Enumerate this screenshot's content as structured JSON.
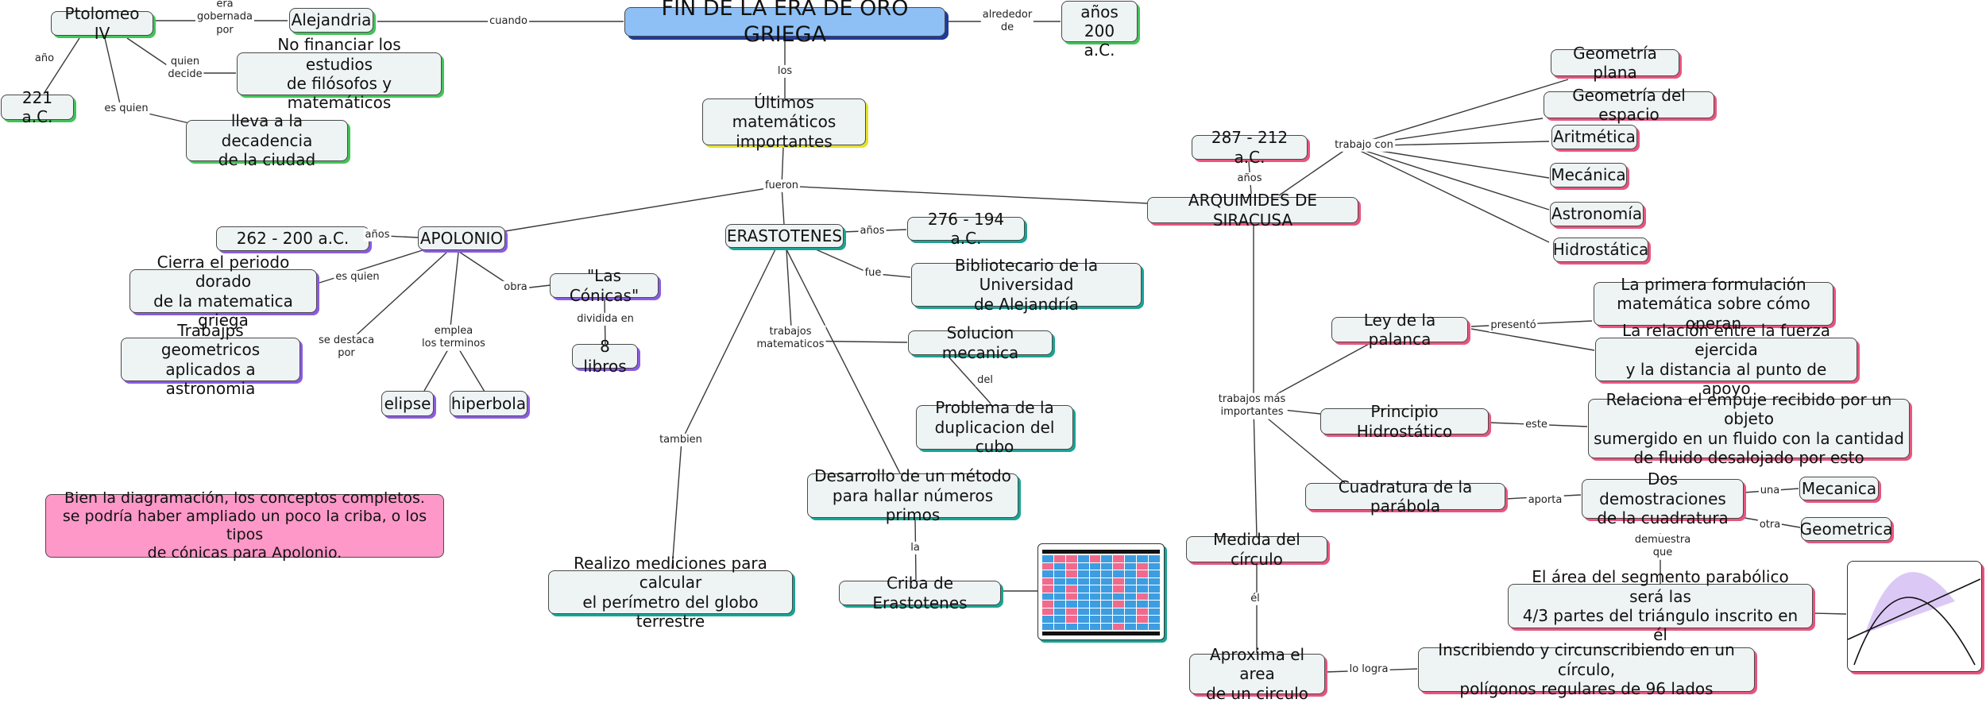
{
  "nodes": {
    "title": "FIN DE LA ERA DE ORO GRIEGA",
    "alrededor_value": "los años\n200 a.C.",
    "alejandria": "Alejandria",
    "ptolomeo": "Ptolomeo IV",
    "anio_221": "221 a.C.",
    "no_financiar": "No financiar los estudios\nde filósofos y matemáticos",
    "decadencia": "lleva a la decadencia\nde la ciudad",
    "ultimos": "Últimos matemáticos\nimportantes",
    "apolonio": "APOLONIO",
    "apolonio_years": "262 - 200 a.C.",
    "cierra": "Cierra el periodo dorado\nde la matematica griega",
    "conicas": "\"Las Cónicas\"",
    "ocho_libros": "8 libros",
    "trabajos_geo": "Trabajps geometricos\naplicados a astronomia",
    "elipse": "elipse",
    "hiperbola": "hiperbola",
    "erastotenes": "ERASTOTENES",
    "erast_years": "276 - 194 a.C.",
    "bibliotecario": "Bibliotecario de la Universidad\nde Alejandría",
    "solucion": "Solucion mecanica",
    "duplicacion": "Problema de la\nduplicacion del cubo",
    "desarrollo": "Desarrollo de un método\npara hallar números primos",
    "criba": "Criba de Erastotenes",
    "mediciones": "Realizo mediciones para calcular\nel perímetro del globo terrestre",
    "arquimides": "ARQUIMIDES DE SIRACUSA",
    "arq_years": "287 - 212 a.C.",
    "geo_plana": "Geometría plana",
    "geo_espacio": "Geometría del espacio",
    "aritmetica": "Aritmética",
    "mecanica_area": "Mecánica",
    "astronomia": "Astronomía",
    "hidrostatica": "Hidrostática",
    "palanca": "Ley de la palanca",
    "primera_form": "La primera formulación\nmatemática sobre cómo operan",
    "relacion_fuerza": "La relación entre la fuerza ejercida\ny la distancia al punto de apoyo",
    "principio": "Principio  Hidrostático",
    "relaciona_empuje": "Relaciona el empuje recibido por un objeto\nsumergido en un fluido con la cantidad\nde fluido desalojado por esto",
    "cuadratura": "Cuadratura de la parábola",
    "dos_dem": "Dos demostraciones\nde la cuadratura",
    "mecanica_dem": "Mecanica",
    "geometrica": "Geometrica",
    "area_segmento": "El área del segmento parabólico será las\n4/3 partes del triángulo inscrito en él",
    "medida": "Medida del círculo",
    "aproxima": "Aproxima el area\nde un circulo",
    "inscribiendo": "Inscribiendo y circunscribiendo en un círculo,\npolígonos regulares de 96 lados",
    "comment": "Bien la diagramación, los conceptos completos.\nse podría haber ampliado un poco la criba, o los tipos\nde cónicas para Apolonio."
  },
  "labels": {
    "cuando": "cuando",
    "alrededor_de": "alrededor\nde",
    "era_gobernada_por": "era\ngobernada\npor",
    "anio": "año",
    "quien_decide": "quien\ndecide",
    "es_quien_ptolomeo": "es quien",
    "los": "los",
    "fueron": "fueron",
    "anios_apolonio": "años",
    "es_quien_apolonio": "es quien",
    "obra": "obra",
    "dividida_en": "dividida en",
    "se_destaca_por": "se destaca\npor",
    "emplea_terminos": "emplea\nlos terminos",
    "anios_erast": "años",
    "fue": "fue",
    "trabajos_matematicos": "trabajos\nmatematicos",
    "del": "del",
    "tambien": "tambien",
    "la": "la",
    "anios_arq": "años",
    "trabajo_con": "trabajo con",
    "trabajos_mas_importantes": "trabajos más\nimportantes",
    "presento": "presentó",
    "este": "este",
    "aporta": "aporta",
    "una": "una",
    "otra": "otra",
    "demuestra_que": "demuestra\nque",
    "el": "él",
    "lo_logra": "lo logra"
  },
  "sieve": {
    "pink_cells": [
      1,
      2,
      4,
      6,
      10,
      12,
      16,
      18,
      22,
      28,
      30,
      36,
      40,
      42,
      46,
      52,
      58,
      60,
      66,
      70,
      72,
      78,
      82,
      88,
      96
    ]
  },
  "colors": {
    "title_bg": "#8ec0f5",
    "node_bg": "#eef3f3",
    "comment_bg": "#fd98c8",
    "green_shadow": "#43c35a",
    "purple_shadow": "#8a5ce0",
    "teal_shadow": "#1aa394",
    "pink_shadow": "#e8557f",
    "yellow_shadow": "#e3e22a"
  }
}
